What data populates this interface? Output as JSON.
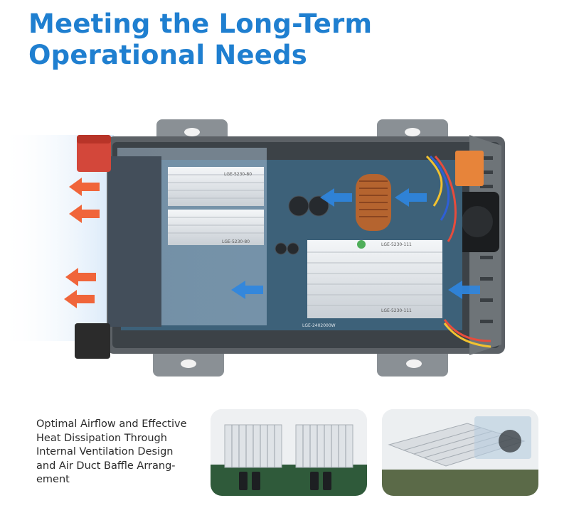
{
  "header": {
    "title_line1": "Meeting the Long-Term",
    "title_line2": "Operational Needs"
  },
  "product_image": {
    "heatsink_labels": [
      "LGE-5230-80",
      "LGE-5230-80",
      "LGE-5230-111",
      "LGE-5230-111"
    ],
    "board_label": "LGE-2402000W"
  },
  "caption": {
    "text": "Optimal Airflow and Effective\nHeat Dissipation Through\nInternal Ventilation Design\nand Air Duct Baffle Arrang-\nement"
  },
  "colors": {
    "title": "#1f7fd0",
    "airflow_out": "#f0653a",
    "airflow_in": "#2e86e0"
  }
}
